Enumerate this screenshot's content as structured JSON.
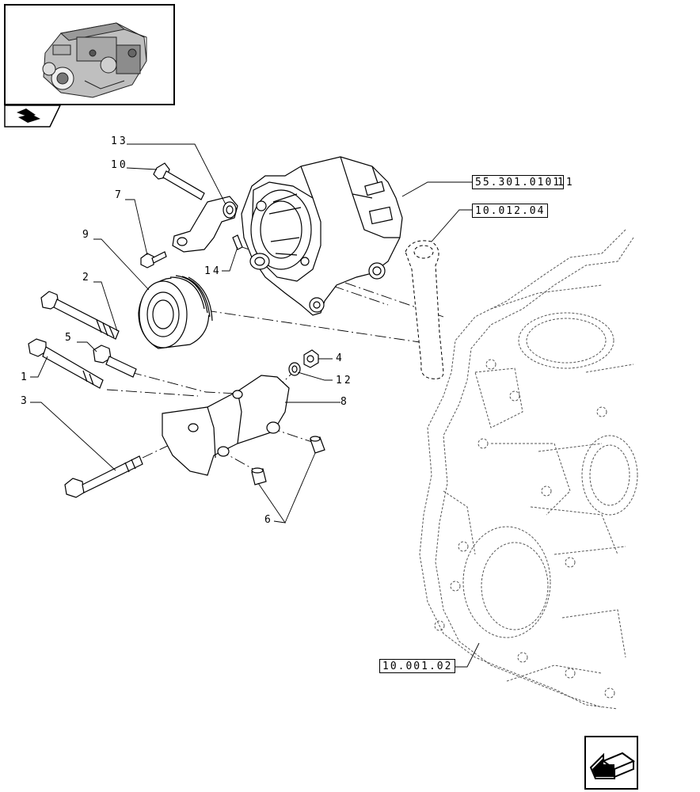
{
  "callouts": {
    "c13": "13",
    "c10": "10",
    "c7": "7",
    "c9": "9",
    "c2": "2",
    "c14": "14",
    "c5": "5",
    "c1": "1",
    "c3": "3",
    "c4": "4",
    "c12": "12",
    "c8": "8",
    "c6": "6",
    "c11": "11"
  },
  "references": {
    "alternator_ref": "55.301.0101",
    "bracket_ref": "10.012.04",
    "cover_ref": "10.001.02"
  },
  "icons": {
    "thumbnail": "engine-thumbnail-icon",
    "tab": "parts-book-icon",
    "nav": "previous-page-arrow-icon"
  }
}
